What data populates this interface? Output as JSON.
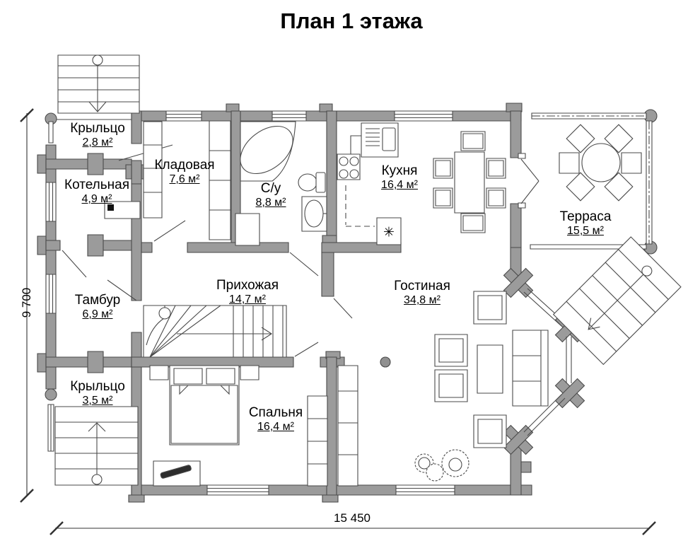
{
  "title": "План 1 этажа",
  "rooms": {
    "porch_top": {
      "name": "Крыльцо",
      "area": "2,8 м²"
    },
    "boiler": {
      "name": "Котельная",
      "area": "4,9 м²"
    },
    "storage": {
      "name": "Кладовая",
      "area": "7,6 м²"
    },
    "bathroom": {
      "name": "С/у",
      "area": "8,8 м²"
    },
    "kitchen": {
      "name": "Кухня",
      "area": "16,4 м²"
    },
    "terrace": {
      "name": "Терраса",
      "area": "15,5 м²"
    },
    "vestibule": {
      "name": "Тамбур",
      "area": "6,9 м²"
    },
    "hallway": {
      "name": "Прихожая",
      "area": "14,7 м²"
    },
    "living_room": {
      "name": "Гостиная",
      "area": "34,8 м²"
    },
    "porch_bottom": {
      "name": "Крыльцо",
      "area": "3,5 м²"
    },
    "bedroom": {
      "name": "Спальня",
      "area": "16,4 м²"
    }
  },
  "dimensions": {
    "overall_width": "15 450",
    "overall_height": "9 700"
  },
  "symbols": {
    "fireplace": "✳"
  },
  "colors": {
    "wall": "#9b9b9b",
    "line": "#4a4a4a",
    "background": "#ffffff"
  }
}
